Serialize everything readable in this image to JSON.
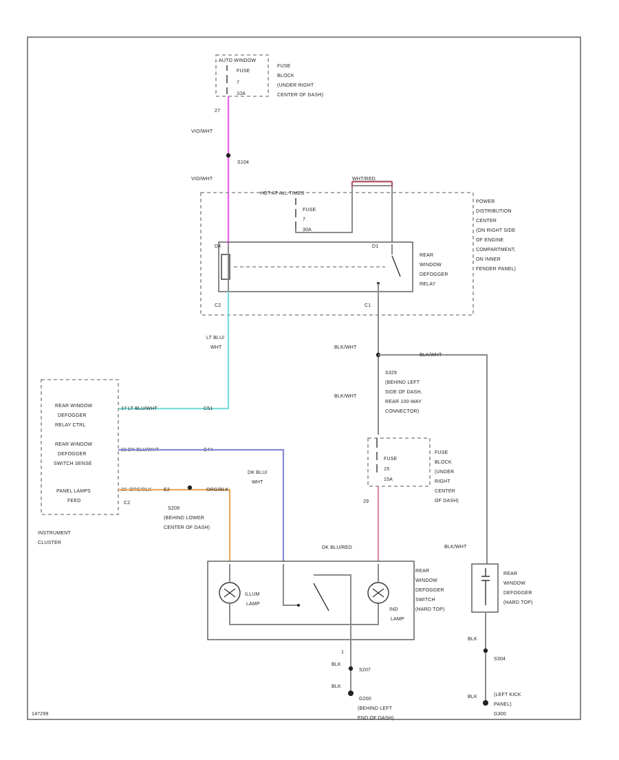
{
  "colors": {
    "violet_white": "#ee66ee",
    "lt_blu_wht": "#77dddd",
    "dk_blu_wht": "#8a8ad8",
    "org_blk": "#e8a860",
    "dk_blu_red": "#d88aa0",
    "wht_red": "#b06070",
    "wire_gray": "#8a8a8a"
  },
  "fuse_top": {
    "feed": "AUTO WINDOW",
    "label": "FUSE",
    "number": "7",
    "rating": "10A",
    "location": [
      "FUSE",
      "BLOCK",
      "(UNDER RIGHT",
      "CENTER OF DASH)"
    ]
  },
  "wire_labels": {
    "c27": "27",
    "violet_white_1": "VIO/WHT",
    "violet_white_2": "VIO/WHT",
    "s104": "S104",
    "wht_red": "WHT/RED",
    "lt_blu_wht": [
      "LT BLU/",
      "WHT"
    ],
    "blk_wht_1": "BLK/WHT",
    "blk_wht_2": "BLK/WHT",
    "blk_wht_3": "BLK/WHT",
    "blk_wht_4": "BLK/WHT",
    "dk_blu_wht": [
      "DK BLU/",
      "WHT"
    ],
    "dk_blu_red": "DK BLU/RED",
    "c29": "29",
    "c1": "1",
    "blk_1": "BLK",
    "blk_2": "BLK",
    "blk_3": "BLK",
    "blk_4": "BLK"
  },
  "pdc": {
    "feed": "HOT AT ALL TIMES",
    "fuse_label": "FUSE",
    "fuse_number": "7",
    "fuse_rating": "30A",
    "pins": {
      "left_top": "D4",
      "right_top": "D1",
      "left_bottom": "C2",
      "right_bottom": "C1"
    },
    "relay_label": [
      "REAR",
      "WINDOW",
      "DEFOGGER",
      "RELAY"
    ],
    "location": [
      "POWER",
      "DISTRIBUTION",
      "CENTER",
      "(ON RIGHT SIDE",
      "OF ENGINE",
      "COMPARTMENT,",
      "ON INNER",
      "FENDER PANEL)"
    ]
  },
  "splices": {
    "s329": [
      "S329",
      "(BEHIND LEFT",
      "SIDE OF DASH,",
      "REAR 100-WAY",
      "CONNECTOR)"
    ],
    "s209": [
      "S209",
      "(BEHIND LOWER",
      "CENTER OF DASH)"
    ],
    "s207": "S207",
    "g200": [
      "G200",
      "(BEHIND LEFT",
      "END OF DASH)"
    ],
    "s304": "S304",
    "g300": [
      "(LEFT KICK",
      "PANEL)",
      "G300"
    ]
  },
  "fuse_mid": {
    "label": "FUSE",
    "number": "15",
    "rating": "15A",
    "location": [
      "FUSE",
      "BLOCK",
      "(UNDER",
      "RIGHT",
      "CENTER",
      "OF DASH)"
    ]
  },
  "cluster": {
    "rows": [
      {
        "label": [
          "REAR WINDOW",
          "DEFOGGER",
          "RELAY CTRL"
        ],
        "pin": "17",
        "wire": "LT BLU/WHT",
        "conn": "C51"
      },
      {
        "label": [
          "REAR WINDOW",
          "DEFOGGER",
          "SWITCH SENSE"
        ],
        "pin": "21",
        "wire": "DK BLU/WHT",
        "conn": "C44"
      },
      {
        "label": [
          "PANEL LAMPS",
          "FEED"
        ],
        "pin": "20",
        "wire": "ORG/BLK",
        "conn": "C2"
      }
    ],
    "org_blk_2": "ORG/BLK",
    "pin_e2": "E2",
    "title": [
      "INSTRUMENT",
      "CLUSTER"
    ]
  },
  "switch": {
    "illum_lamp": [
      "ILLUM",
      "LAMP"
    ],
    "ind_lamp": [
      "IND",
      "LAMP"
    ],
    "label": [
      "REAR",
      "WINDOW",
      "DEFOGGER",
      "SWITCH",
      "(HARD TOP)"
    ]
  },
  "hardtop": {
    "label": [
      "REAR",
      "WINDOW",
      "DEFOGGER",
      "(HARD TOP)"
    ]
  },
  "footer_code": "147299"
}
